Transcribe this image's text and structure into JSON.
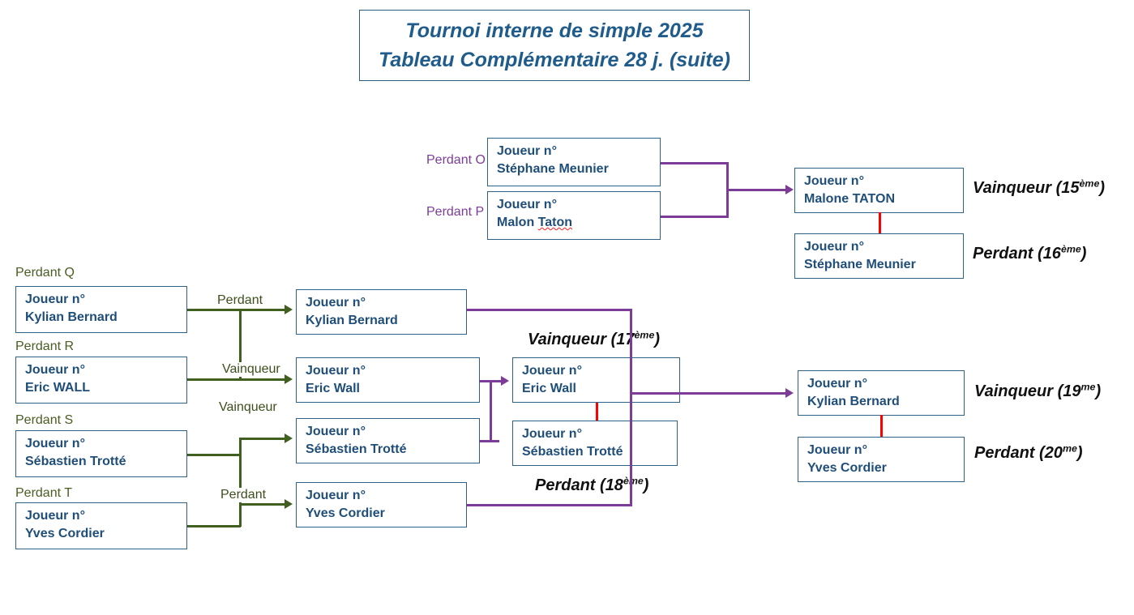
{
  "title": {
    "line1": "Tournoi interne de simple 2025",
    "line2": "Tableau Complémentaire 28 j. (suite)"
  },
  "labels": {
    "joueur_prefix": "Joueur n°",
    "perdant": "Perdant",
    "vainqueur": "Vainqueur",
    "perdant_o": "Perdant O",
    "perdant_p": "Perdant P",
    "perdant_q": "Perdant Q",
    "perdant_r": "Perdant R",
    "perdant_s": "Perdant S",
    "perdant_t": "Perdant T"
  },
  "colors": {
    "box_border": "#2E6186",
    "box_text": "#1F4E79",
    "title_text": "#1F5C8B",
    "green_connector": "#41601F",
    "green_label": "#4A5D23",
    "purple_connector": "#7D3C98",
    "purple_label": "#7D3C98",
    "red_stub": "#FF0000",
    "result_text": "#111111"
  },
  "upper_bracket": {
    "seed_boxes": [
      {
        "side_label": "Perdant O",
        "line1": "Joueur n°",
        "name": "Stéphane Meunier",
        "misspelled": false
      },
      {
        "side_label": "Perdant P",
        "line1": "Joueur n°",
        "name": "Malon Taton",
        "misspelled": true,
        "misspelled_word": "Taton",
        "prefix_word": "Malon "
      }
    ],
    "results": [
      {
        "line1": "Joueur n°",
        "name": "Malone TATON",
        "outcome": "Vainqueur",
        "rank": "15",
        "rank_suffix": "ème"
      },
      {
        "line1": "Joueur n°",
        "name": "Stéphane Meunier",
        "outcome": "Perdant",
        "rank": "16",
        "rank_suffix": "ème"
      }
    ]
  },
  "lower_bracket": {
    "round1": [
      {
        "side_label": "Perdant Q",
        "line1": "Joueur n°",
        "name": "Kylian Bernard",
        "edge": "Perdant"
      },
      {
        "side_label": "Perdant R",
        "line1": "Joueur n°",
        "name": "Eric WALL",
        "edge": "Vainqueur"
      },
      {
        "side_label": "Perdant S",
        "line1": "Joueur n°",
        "name": "Sébastien Trotté",
        "edge": "Vainqueur"
      },
      {
        "side_label": "Perdant T",
        "line1": "Joueur n°",
        "name": "Yves Cordier",
        "edge": "Perdant"
      }
    ],
    "round2": [
      {
        "line1": "Joueur n°",
        "name": "Kylian Bernard"
      },
      {
        "line1": "Joueur n°",
        "name": "Eric Wall"
      },
      {
        "line1": "Joueur n°",
        "name": "Sébastien Trotté"
      },
      {
        "line1": "Joueur n°",
        "name": "Yves Cordier"
      }
    ],
    "semi": {
      "top_result": {
        "outcome": "Vainqueur",
        "rank": "17",
        "rank_suffix": "ème"
      },
      "bottom_result": {
        "outcome": "Perdant",
        "rank": "18",
        "rank_suffix": "ème"
      },
      "boxes": [
        {
          "line1": "Joueur n°",
          "name": "Eric Wall"
        },
        {
          "line1": "Joueur n°",
          "name": "Sébastien Trotté"
        }
      ]
    },
    "final": {
      "boxes": [
        {
          "line1": "Joueur n°",
          "name": "Kylian Bernard",
          "outcome": "Vainqueur",
          "rank": "19",
          "rank_suffix": "me"
        },
        {
          "line1": "Joueur n°",
          "name": "Yves Cordier",
          "outcome": "Perdant",
          "rank": "20",
          "rank_suffix": "me"
        }
      ]
    }
  }
}
